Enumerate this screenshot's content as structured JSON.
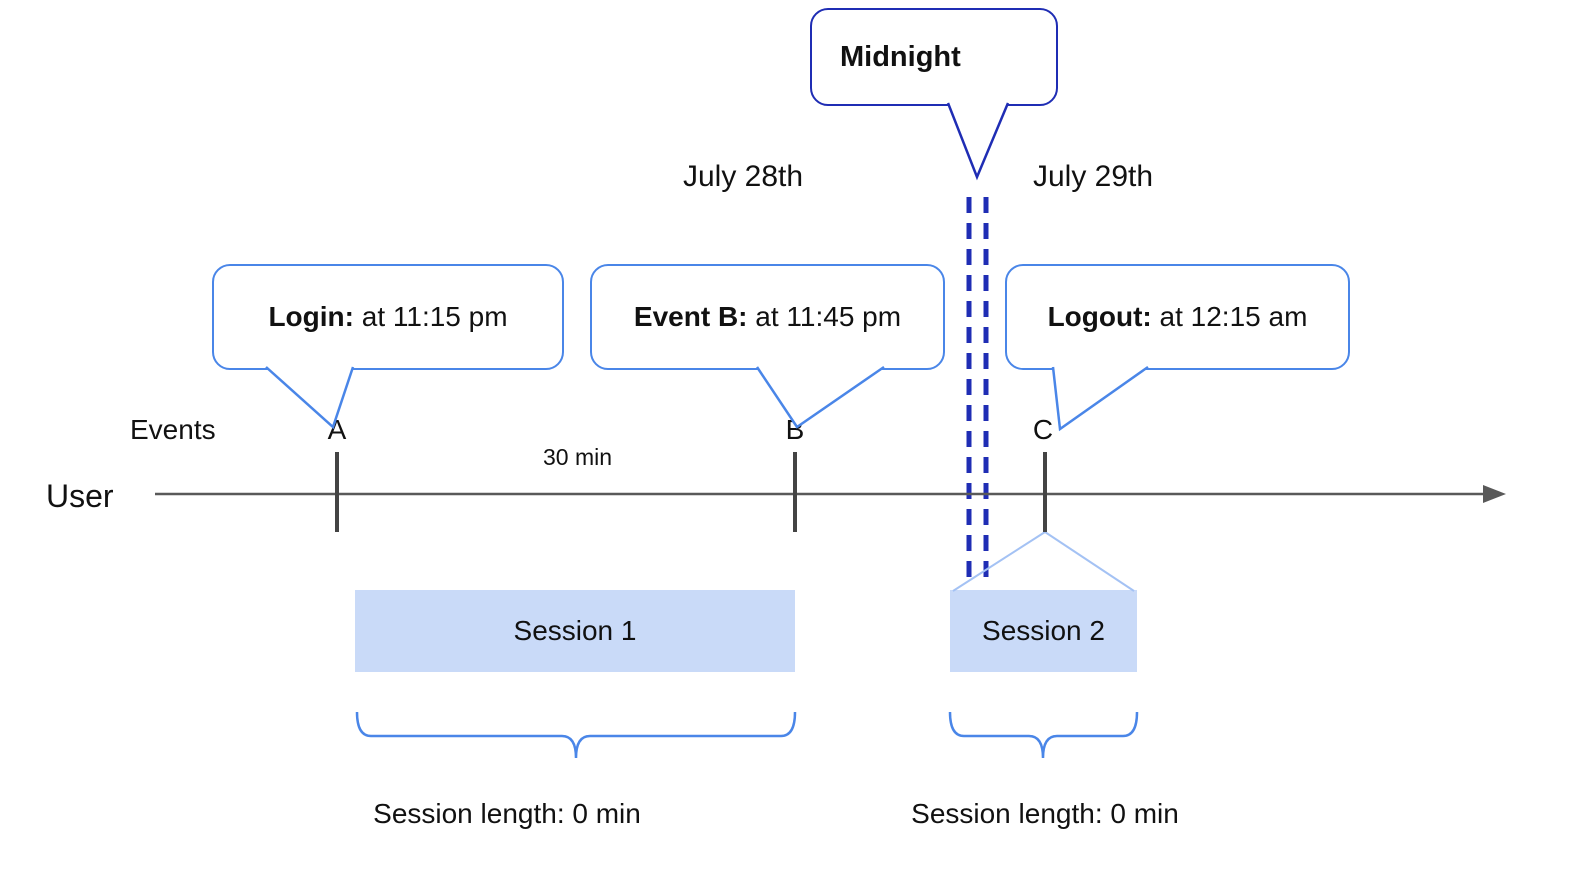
{
  "diagram": {
    "midnight_label": "Midnight",
    "date_left": "July 28th",
    "date_right": "July 29th",
    "bubbles": [
      {
        "bold": "Login:",
        "text": " at 11:15 pm"
      },
      {
        "bold": "Event B:",
        "text": " at 11:45 pm"
      },
      {
        "bold": "Logout:",
        "text": " at 12:15 am"
      }
    ],
    "events_label": "Events",
    "event_markers": [
      "A",
      "B",
      "C"
    ],
    "interval_label": "30 min",
    "user_label": "User",
    "sessions": [
      {
        "label": "Session 1",
        "length_label": "Session length: 0 min"
      },
      {
        "label": "Session 2",
        "length_label": "Session length: 0 min"
      }
    ],
    "colors": {
      "callout_border": "#4a86e8",
      "midnight_border": "#1f2db4",
      "dashed_line": "#1f2db4",
      "session_fill": "#c9daf8",
      "timeline": "#595959",
      "tick": "#444444",
      "brace": "#4a86e8",
      "flare": "#a4c2f4",
      "text": "#111111"
    }
  }
}
